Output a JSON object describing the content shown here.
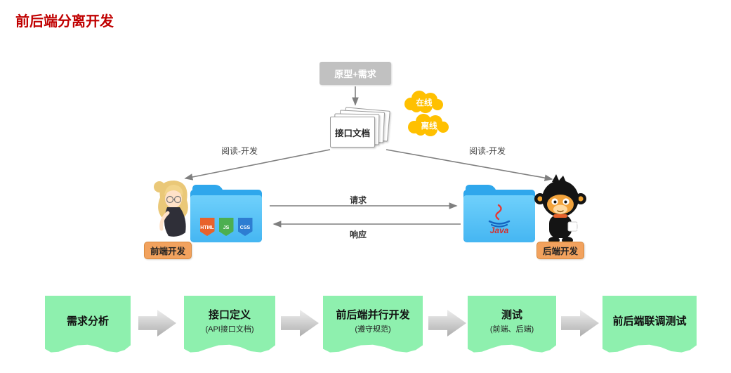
{
  "page": {
    "title": "前后端分离开发"
  },
  "diagram": {
    "prototype_box_label": "原型+需求",
    "doc_stack_label": "接口文档",
    "clouds": {
      "online": "在线",
      "offline": "离线"
    },
    "edge_labels": {
      "read_dev_left": "阅读-开发",
      "read_dev_right": "阅读-开发",
      "request": "请求",
      "response": "响应"
    },
    "frontend_badge": "前端开发",
    "backend_badge": "后端开发",
    "frontend_folder_icons": [
      "HTML",
      "JS",
      "CSS"
    ],
    "java_label": "Java"
  },
  "flow": {
    "steps": [
      {
        "title": "需求分析",
        "subtitle": ""
      },
      {
        "title": "接口定义",
        "subtitle": "(API接口文档)"
      },
      {
        "title": "前后端并行开发",
        "subtitle": "(遵守规范)"
      },
      {
        "title": "测试",
        "subtitle": "(前端、后端)"
      },
      {
        "title": "前后端联调测试",
        "subtitle": ""
      }
    ]
  },
  "colors": {
    "title_red": "#C00000",
    "cloud_yellow": "#FFC000",
    "step_green": "#8EF0AE",
    "folder_blue": "#45B6F2",
    "badge_orange": "#F2A25E",
    "arrow_gray": "#7F7F7F"
  }
}
